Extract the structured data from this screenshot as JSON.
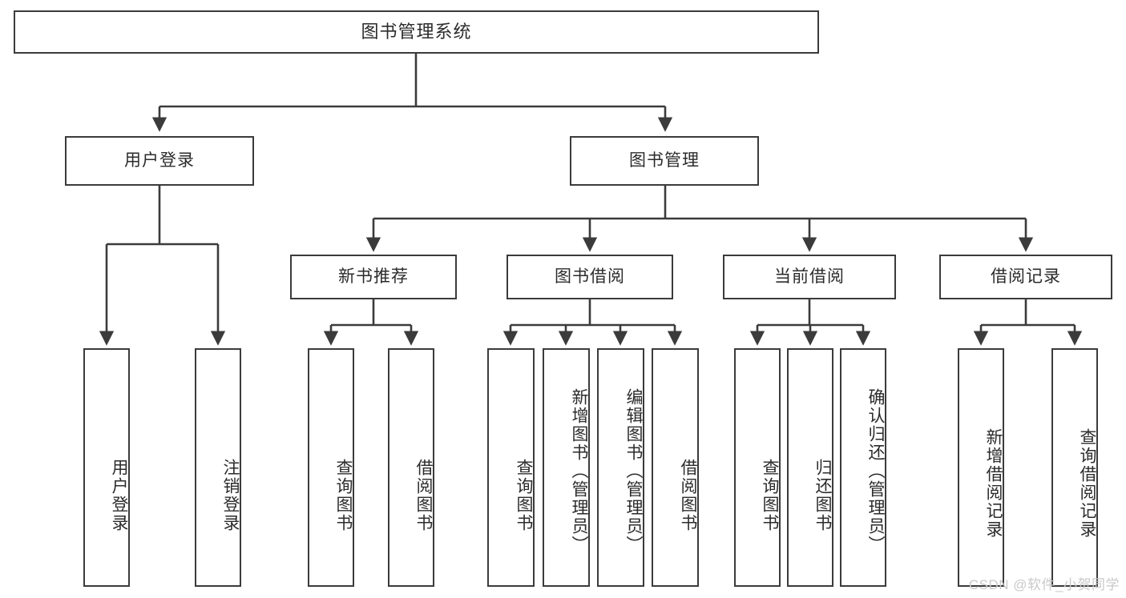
{
  "diagram": {
    "type": "tree-hierarchy",
    "title": "图书管理系统",
    "watermark": "CSDN @软件_小贺同学",
    "colors": {
      "box_border": "#3b3b3b",
      "box_fill": "#ffffff",
      "connector": "#3b3b3b",
      "text": "#2b2b2b",
      "watermark": "#c9c9c9"
    },
    "nodes": {
      "root": "图书管理系统",
      "level2": [
        {
          "id": "user-login",
          "label": "用户登录"
        },
        {
          "id": "book-management",
          "label": "图书管理"
        }
      ],
      "level3": [
        {
          "id": "new-book-recommend",
          "label": "新书推荐"
        },
        {
          "id": "book-borrow",
          "label": "图书借阅"
        },
        {
          "id": "current-borrow",
          "label": "当前借阅"
        },
        {
          "id": "borrow-record",
          "label": "借阅记录"
        }
      ],
      "leaves": {
        "user_login": [
          {
            "id": "leaf-user-login",
            "label": "用户登录"
          },
          {
            "id": "leaf-logout-login",
            "label": "注销登录"
          }
        ],
        "new_book_recommend": [
          {
            "id": "leaf-query-book-1",
            "label": "查询图书"
          },
          {
            "id": "leaf-borrow-book-1",
            "label": "借阅图书"
          }
        ],
        "book_borrow": [
          {
            "id": "leaf-query-book-2",
            "label": "查询图书"
          },
          {
            "id": "leaf-add-book",
            "label": "新增图书（管理员）"
          },
          {
            "id": "leaf-edit-book",
            "label": "编辑图书（管理员）"
          },
          {
            "id": "leaf-borrow-book-2",
            "label": "借阅图书"
          }
        ],
        "current_borrow": [
          {
            "id": "leaf-query-book-3",
            "label": "查询图书"
          },
          {
            "id": "leaf-return-book",
            "label": "归还图书"
          },
          {
            "id": "leaf-confirm-return",
            "label": "确认归还（管理员）"
          }
        ],
        "borrow_record": [
          {
            "id": "leaf-add-record",
            "label": "新增借阅记录"
          },
          {
            "id": "leaf-query-record",
            "label": "查询借阅记录"
          }
        ]
      }
    }
  }
}
